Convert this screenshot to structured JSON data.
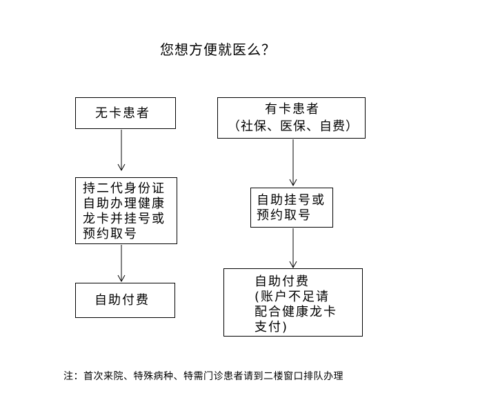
{
  "title": "您想方便就医么？",
  "left_column": {
    "box1": "无卡患者",
    "box2_lines": [
      "持二代身份证",
      "自助办理健康",
      "龙卡并挂号或",
      "预约取号"
    ],
    "box3": "自助付费"
  },
  "right_column": {
    "box1_lines": [
      "有卡患者",
      "（社保、医保、自费）"
    ],
    "box2_lines": [
      "自助挂号或",
      "预约取号"
    ],
    "box3_lines": [
      "自助付费",
      "(账户不足请",
      "配合健康龙卡",
      "支付)"
    ]
  },
  "note": "注：首次来院、特殊病种、特需门诊患者请到二楼窗口排队办理"
}
